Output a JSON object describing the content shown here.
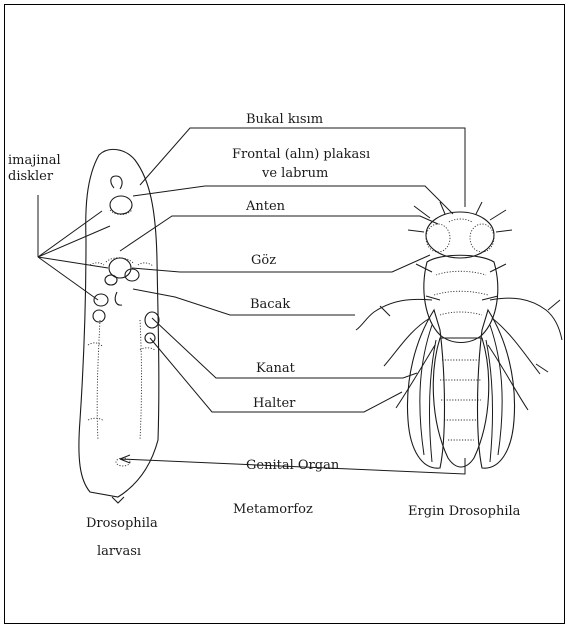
{
  "labels": {
    "imaginal_discs_line1": "imajinal",
    "imaginal_discs_line2": "diskler",
    "mouthparts": "Bukal kısım",
    "frontal_line1": "Frontal (alın) plakası",
    "frontal_line2": "ve labrum",
    "antenna": "Anten",
    "eye": "Göz",
    "leg": "Bacak",
    "wing": "Kanat",
    "haltere": "Halter",
    "genital": "Genital Organ",
    "metamorphosis": "Metamorfoz",
    "adult": "Ergin Drosophila",
    "larva_line1": "Drosophila",
    "larva_line2": "larvası"
  },
  "colors": {
    "ink": "#1a1a1a",
    "background": "#ffffff",
    "frame": "#000000"
  }
}
